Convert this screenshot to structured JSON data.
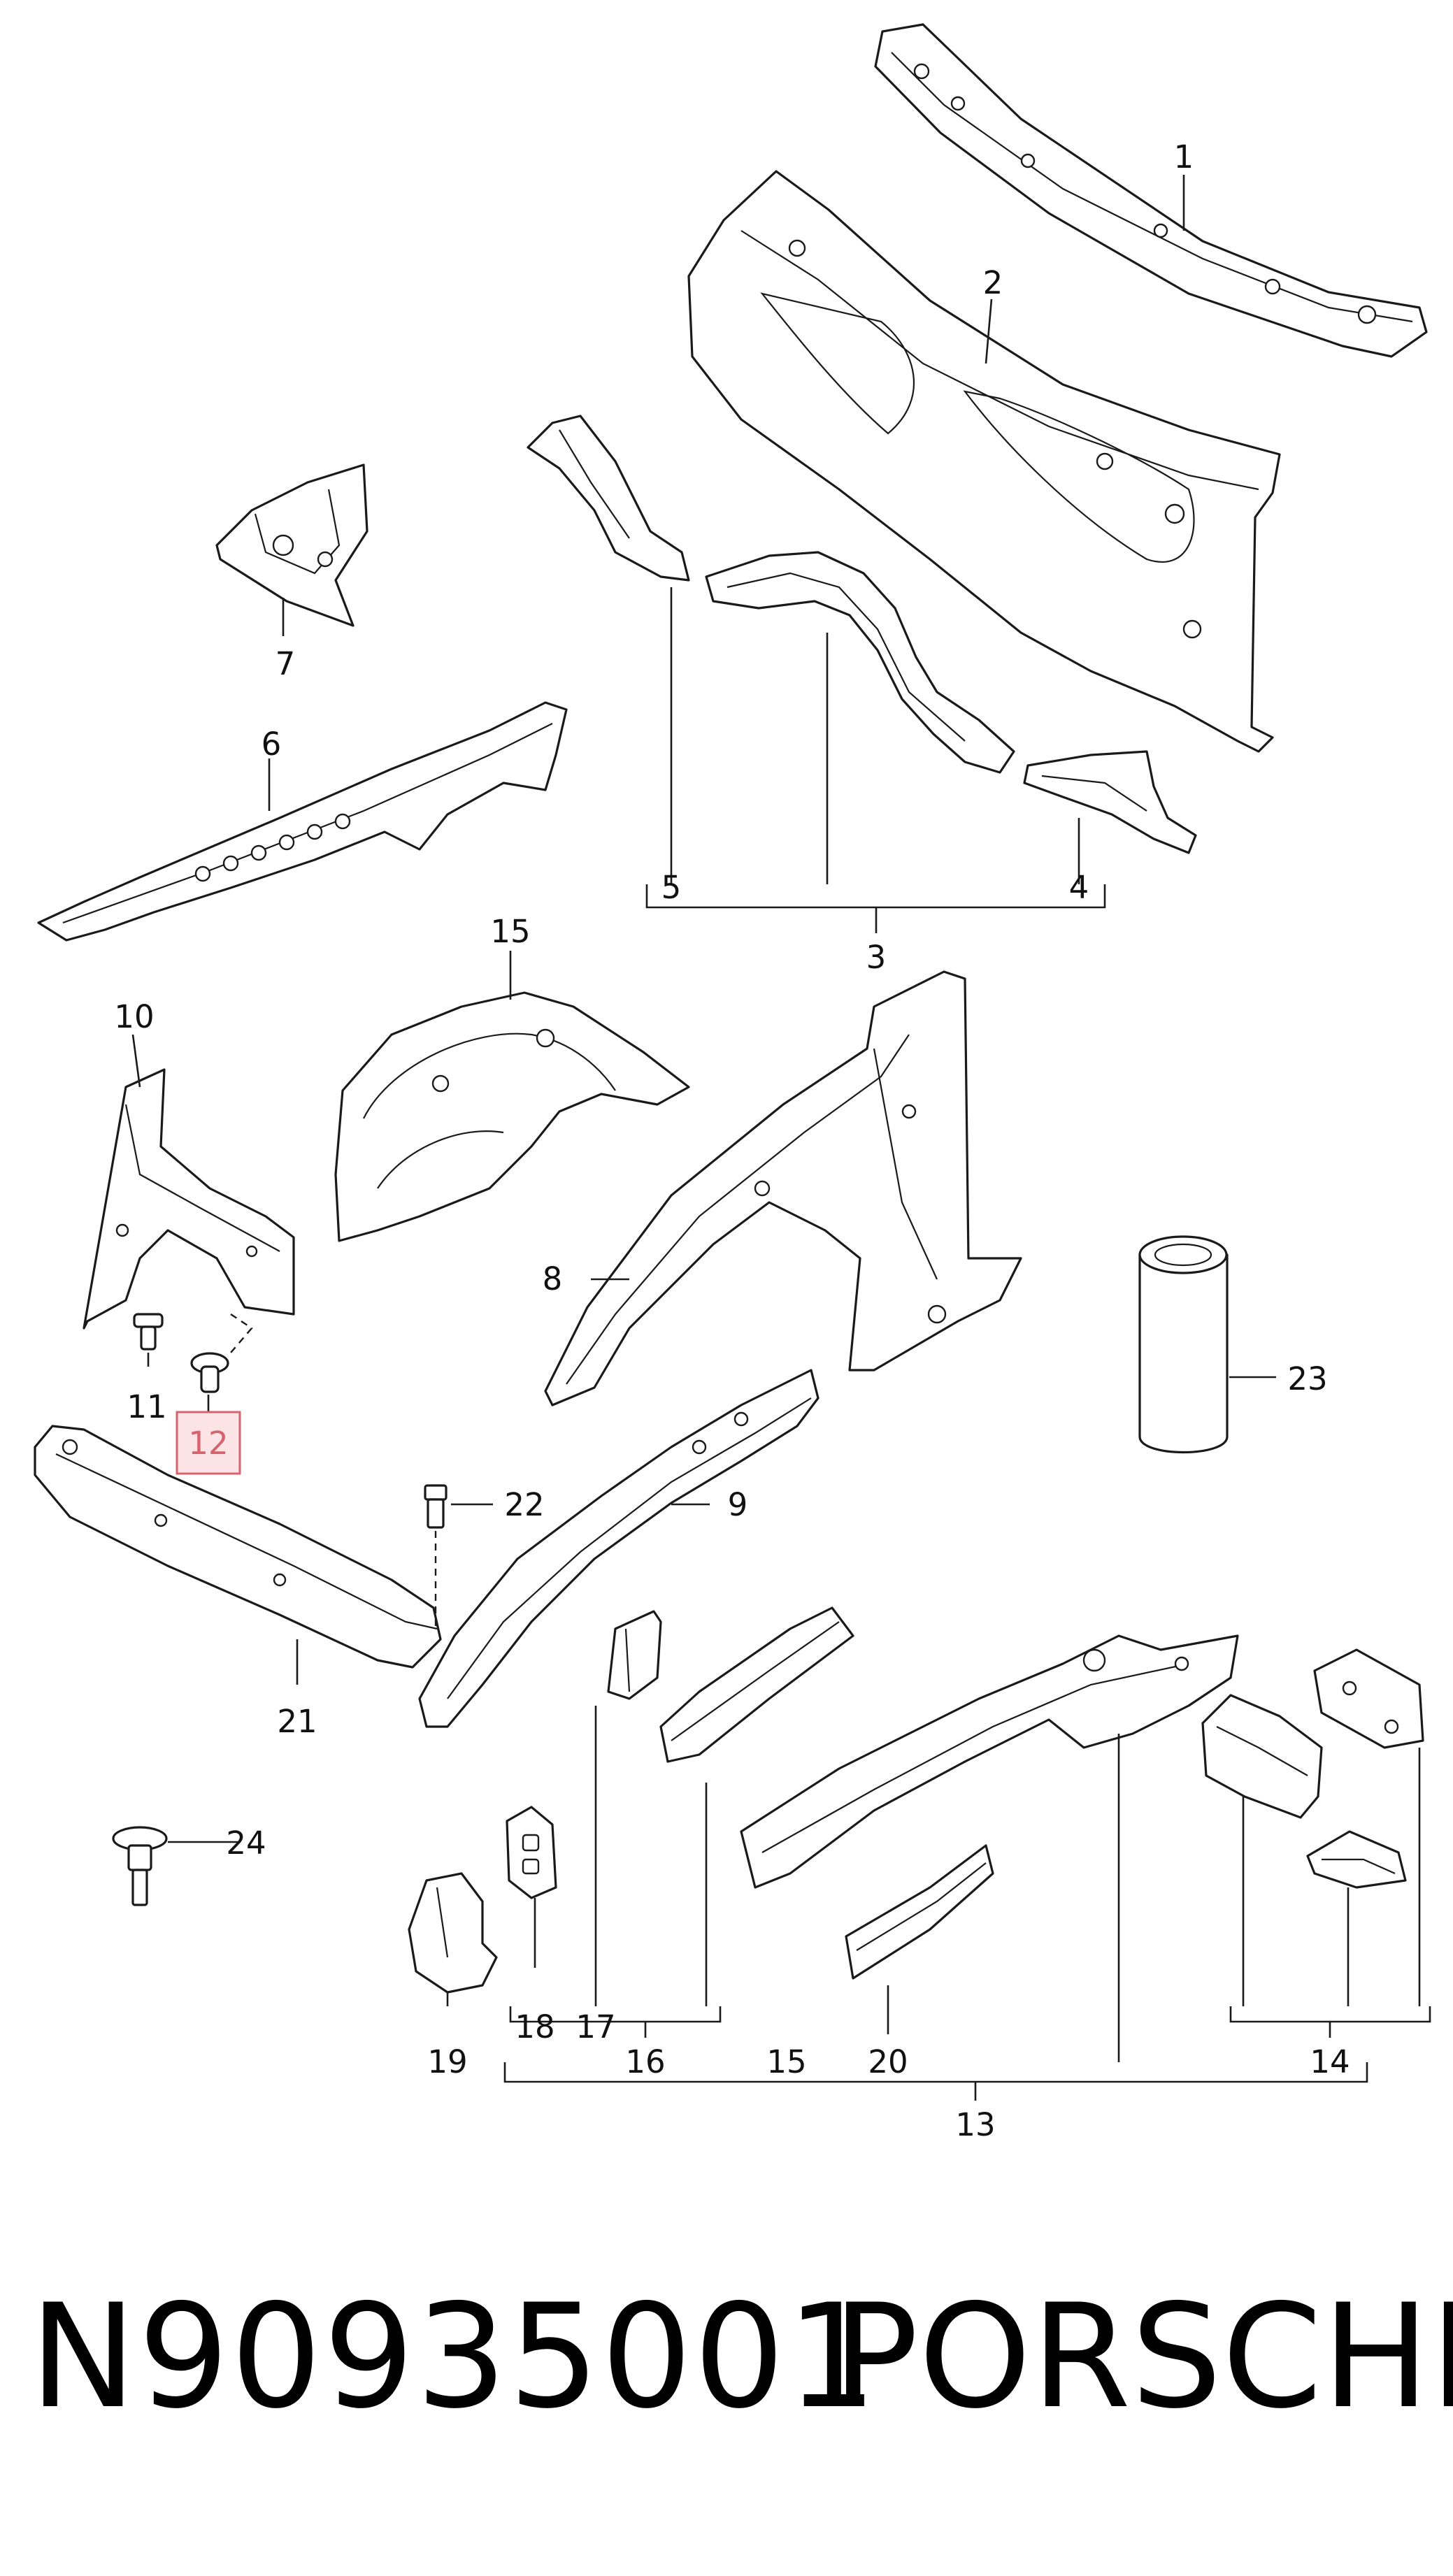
{
  "diagram": {
    "callouts": [
      "1",
      "2",
      "3",
      "4",
      "5",
      "6",
      "7",
      "8",
      "9",
      "10",
      "11",
      "12",
      "13",
      "14",
      "15",
      "15",
      "16",
      "17",
      "18",
      "19",
      "20",
      "21",
      "22",
      "23",
      "24"
    ],
    "highlighted_callout": "12",
    "highlight_color": "#d6646e"
  },
  "footer": {
    "part_number": "N90935001",
    "brand": "PORSCHE"
  }
}
